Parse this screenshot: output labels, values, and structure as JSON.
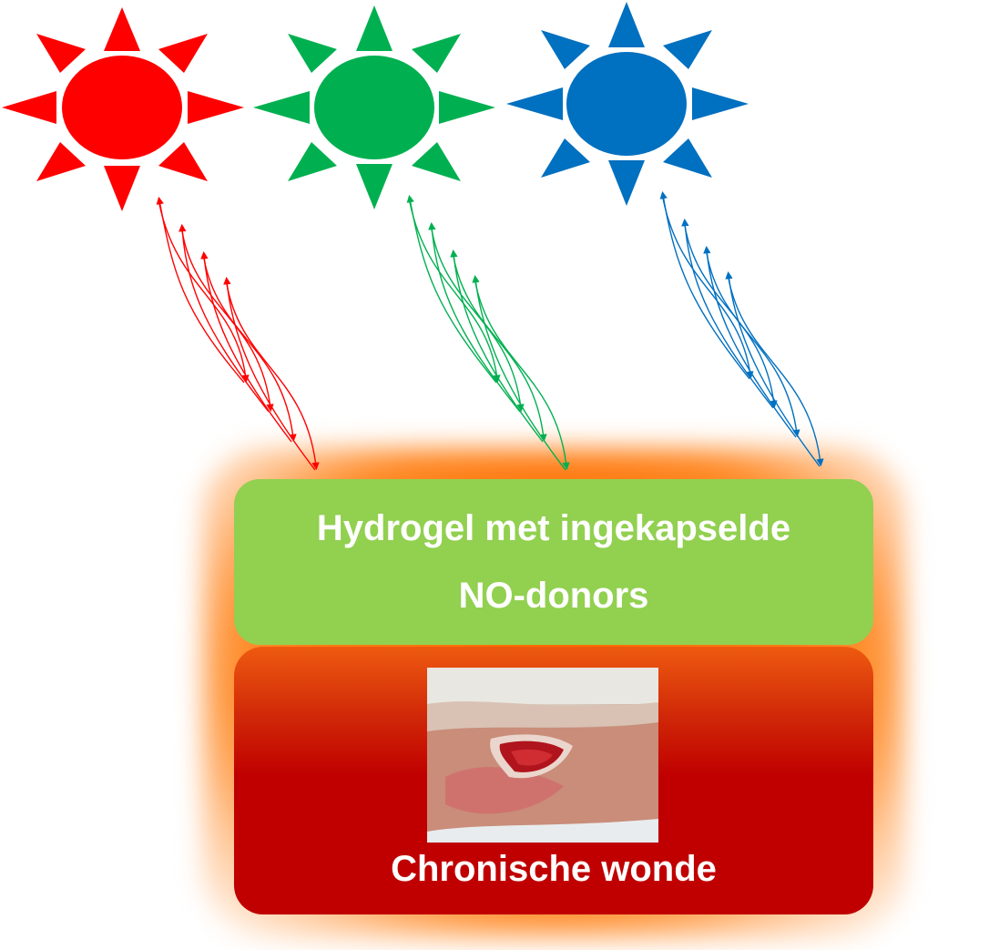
{
  "hydrogel": {
    "label": "Hydrogel met ingekapselde\nNO-donors"
  },
  "wound": {
    "label": "Chronische wonde"
  },
  "light_sources": [
    {
      "name": "red-light",
      "color": "#ff0000",
      "icon": "sun-icon"
    },
    {
      "name": "green-light",
      "color": "#00b050",
      "icon": "sun-icon"
    },
    {
      "name": "blue-light",
      "color": "#0070c0",
      "icon": "sun-icon"
    }
  ],
  "colors": {
    "hydrogel_fill": "#92d050",
    "wound_fill": "#c00000",
    "glow": "#ff7a12"
  }
}
